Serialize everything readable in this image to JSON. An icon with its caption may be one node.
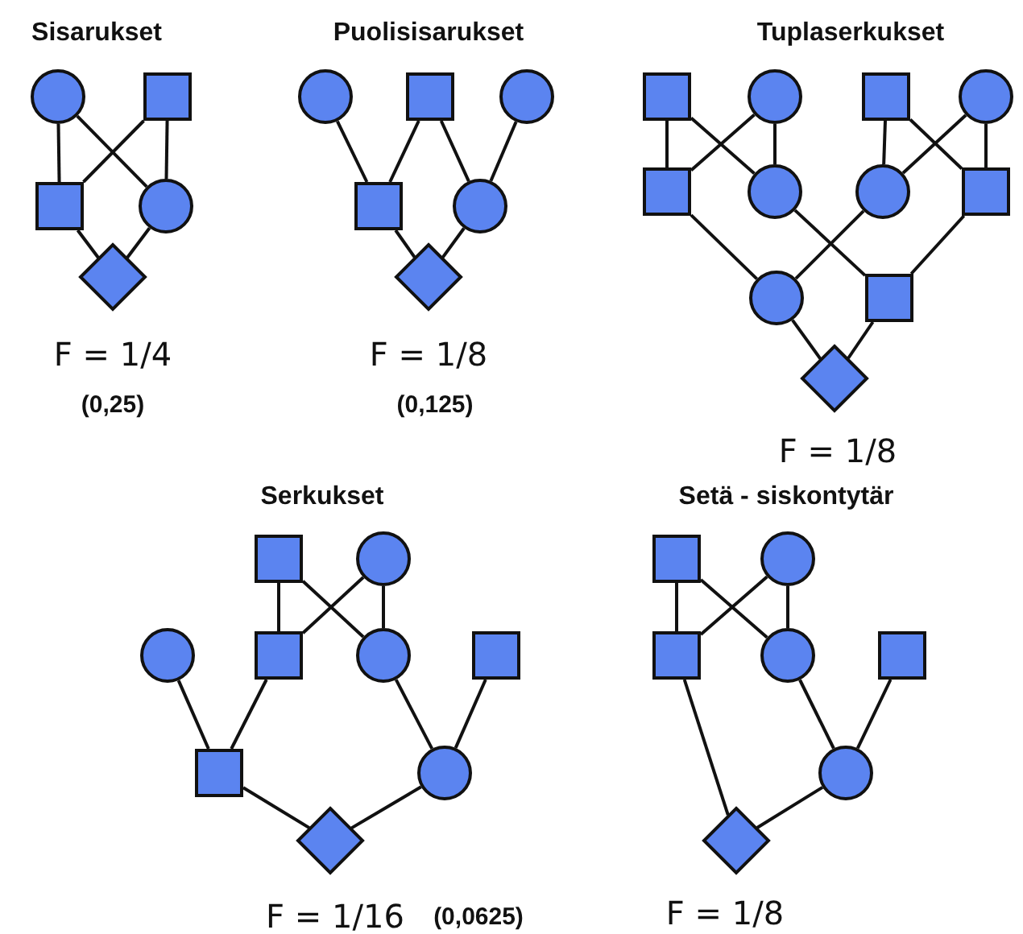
{
  "diagram": {
    "nodes": [
      {
        "text": [],
        "shape": "circle"
      },
      {
        "text": [],
        "shape": "box"
      },
      {
        "text": [],
        "shape": "box"
      },
      {
        "text": [],
        "shape": "circle"
      },
      {
        "text": [],
        "shape": "diamond"
      },
      {
        "text": [],
        "shape": "circle"
      },
      {
        "text": [],
        "shape": "box"
      },
      {
        "text": [],
        "shape": "circle"
      },
      {
        "text": [],
        "shape": "box"
      },
      {
        "text": [],
        "shape": "circle"
      },
      {
        "text": [],
        "shape": "diamond"
      },
      {
        "text": [],
        "shape": "box"
      },
      {
        "text": [],
        "shape": "circle"
      },
      {
        "text": [],
        "shape": "box"
      },
      {
        "text": [],
        "shape": "circle"
      },
      {
        "text": [],
        "shape": "box"
      },
      {
        "text": [],
        "shape": "circle"
      },
      {
        "text": [],
        "shape": "circle"
      },
      {
        "text": [],
        "shape": "box"
      },
      {
        "text": [],
        "shape": "circle"
      },
      {
        "text": [],
        "shape": "box"
      },
      {
        "text": [],
        "shape": "diamond"
      },
      {
        "text": [],
        "shape": "box"
      },
      {
        "text": [],
        "shape": "circle"
      },
      {
        "text": [],
        "shape": "circle"
      },
      {
        "text": [],
        "shape": "box"
      },
      {
        "text": [],
        "shape": "circle"
      },
      {
        "text": [],
        "shape": "box"
      },
      {
        "text": [],
        "shape": "box"
      },
      {
        "text": [],
        "shape": "circle"
      },
      {
        "text": [],
        "shape": "diamond"
      },
      {
        "text": [],
        "shape": "box"
      },
      {
        "text": [],
        "shape": "circle"
      },
      {
        "text": [],
        "shape": "box"
      },
      {
        "text": [],
        "shape": "circle"
      },
      {
        "text": [],
        "shape": "box"
      },
      {
        "text": [],
        "shape": "circle"
      },
      {
        "text": [],
        "shape": "diamond"
      }
    ],
    "edges": [
      {
        "from": 0,
        "to": 2,
        "arrow": "none"
      },
      {
        "from": 0,
        "to": 3,
        "arrow": "none"
      },
      {
        "from": 1,
        "to": 2,
        "arrow": "none"
      },
      {
        "from": 1,
        "to": 3,
        "arrow": "none"
      },
      {
        "from": 2,
        "to": 4,
        "arrow": "none"
      },
      {
        "from": 3,
        "to": 4,
        "arrow": "none"
      },
      {
        "from": 5,
        "to": 8,
        "arrow": "none"
      },
      {
        "from": 6,
        "to": 8,
        "arrow": "none"
      },
      {
        "from": 6,
        "to": 9,
        "arrow": "none"
      },
      {
        "from": 7,
        "to": 9,
        "arrow": "none"
      },
      {
        "from": 8,
        "to": 10,
        "arrow": "none"
      },
      {
        "from": 9,
        "to": 10,
        "arrow": "none"
      },
      {
        "from": 11,
        "to": 15,
        "arrow": "none"
      },
      {
        "from": 11,
        "to": 16,
        "arrow": "none"
      },
      {
        "from": 12,
        "to": 15,
        "arrow": "none"
      },
      {
        "from": 12,
        "to": 16,
        "arrow": "none"
      },
      {
        "from": 13,
        "to": 17,
        "arrow": "none"
      },
      {
        "from": 13,
        "to": 18,
        "arrow": "none"
      },
      {
        "from": 14,
        "to": 17,
        "arrow": "none"
      },
      {
        "from": 14,
        "to": 18,
        "arrow": "none"
      },
      {
        "from": 15,
        "to": 19,
        "arrow": "none"
      },
      {
        "from": 16,
        "to": 20,
        "arrow": "none"
      },
      {
        "from": 17,
        "to": 19,
        "arrow": "none"
      },
      {
        "from": 18,
        "to": 20,
        "arrow": "none"
      },
      {
        "from": 19,
        "to": 21,
        "arrow": "none"
      },
      {
        "from": 20,
        "to": 21,
        "arrow": "none"
      },
      {
        "from": 22,
        "to": 25,
        "arrow": "none"
      },
      {
        "from": 22,
        "to": 26,
        "arrow": "none"
      },
      {
        "from": 23,
        "to": 25,
        "arrow": "none"
      },
      {
        "from": 23,
        "to": 26,
        "arrow": "none"
      },
      {
        "from": 24,
        "to": 28,
        "arrow": "none"
      },
      {
        "from": 25,
        "to": 28,
        "arrow": "none"
      },
      {
        "from": 26,
        "to": 29,
        "arrow": "none"
      },
      {
        "from": 27,
        "to": 29,
        "arrow": "none"
      },
      {
        "from": 28,
        "to": 30,
        "arrow": "none"
      },
      {
        "from": 29,
        "to": 30,
        "arrow": "none"
      },
      {
        "from": 31,
        "to": 33,
        "arrow": "none"
      },
      {
        "from": 31,
        "to": 34,
        "arrow": "none"
      },
      {
        "from": 32,
        "to": 33,
        "arrow": "none"
      },
      {
        "from": 32,
        "to": 34,
        "arrow": "none"
      },
      {
        "from": 34,
        "to": 36,
        "arrow": "none"
      },
      {
        "from": 35,
        "to": 36,
        "arrow": "none"
      },
      {
        "from": 33,
        "to": 37,
        "arrow": "none"
      },
      {
        "from": 36,
        "to": 37,
        "arrow": "none"
      }
    ],
    "labels": [
      "Sisarukset",
      "Puolisisarukset",
      "Tuplaserkukset",
      "F = 1/4",
      "F = 1/8",
      "(0,25)",
      "(0,125)",
      "F = 1/8",
      "Serkukset",
      "Setä - siskontytär",
      "F = 1/16",
      "(0,0625)",
      "F = 1/8"
    ]
  }
}
